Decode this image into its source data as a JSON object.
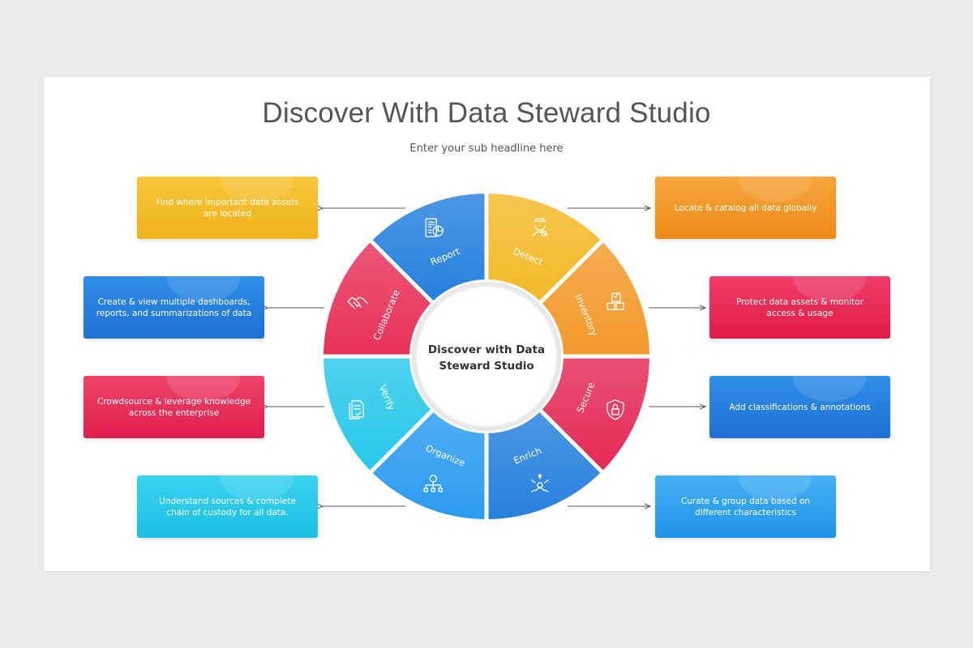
{
  "title": "Discover With Data Steward Studio",
  "subtitle": "Enter your sub headline here",
  "center": {
    "line1": "Discover with Data",
    "line2": "Steward Studio"
  },
  "segments": [
    {
      "label": "Detect",
      "icon": "inspector-icon",
      "color": "#f3b928"
    },
    {
      "label": "Inventory",
      "icon": "boxes-checklist-icon",
      "color": "#f39a2c"
    },
    {
      "label": "Secure",
      "icon": "shield-lock-icon",
      "color": "#e52a55"
    },
    {
      "label": "Enrich",
      "icon": "user-network-icon",
      "color": "#2680de"
    },
    {
      "label": "Organize",
      "icon": "gear-hierarchy-icon",
      "color": "#2b9bf0"
    },
    {
      "label": "Verify",
      "icon": "document-check-icon",
      "color": "#27c8ea"
    },
    {
      "label": "Collaborate",
      "icon": "handshake-icon",
      "color": "#e83259"
    },
    {
      "label": "Report",
      "icon": "report-chart-icon",
      "color": "#2680de"
    }
  ],
  "boxes": {
    "detect": "Find where important data assets are located",
    "report": "Create & view multiple dashboards, reports, and summarizations of data",
    "collaborate": "Crowdsource & leverage knowledge across the enterprise",
    "verify": "Understand sources & complete chain of custody for all data.",
    "inventory": "Locate & catalog all data globally",
    "secure": "Protect data assets & monitor access & usage",
    "enrich": "Add classifications & annotations",
    "organize": "Curate & group data based on different characteristics"
  }
}
